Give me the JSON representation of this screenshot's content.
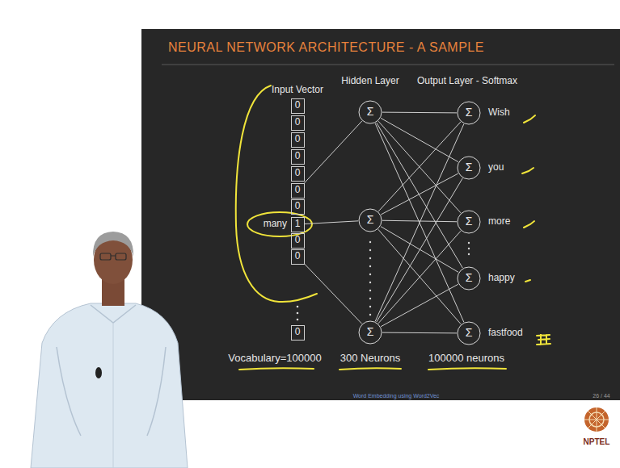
{
  "diagram": {
    "title": "NEURAL NETWORK ARCHITECTURE - A SAMPLE",
    "nodes": [
      {
        "text": [
          "0"
        ]
      },
      {
        "text": [
          "0"
        ]
      },
      {
        "text": [
          "0"
        ]
      },
      {
        "text": [
          "0"
        ]
      },
      {
        "text": [
          "0"
        ]
      },
      {
        "text": [
          "0"
        ]
      },
      {
        "text": [
          "0"
        ]
      },
      {
        "text": [
          "1"
        ]
      },
      {
        "text": [
          "0"
        ]
      },
      {
        "text": [
          "0"
        ]
      },
      {
        "text": [
          "0"
        ]
      },
      {
        "text": [
          "Σ"
        ]
      },
      {
        "text": [
          "Σ"
        ]
      },
      {
        "text": [
          "Σ"
        ]
      },
      {
        "text": [
          "Σ"
        ]
      },
      {
        "text": [
          "Σ"
        ]
      },
      {
        "text": [
          "Σ"
        ]
      },
      {
        "text": [
          "Σ"
        ]
      },
      {
        "text": [
          "Σ"
        ]
      }
    ],
    "edges": [
      {
        "from": 5,
        "to": 11,
        "arrow": "none"
      },
      {
        "from": 7,
        "to": 12,
        "arrow": "none"
      },
      {
        "from": 9,
        "to": 13,
        "arrow": "none"
      },
      {
        "from": 11,
        "to": 14,
        "arrow": "none"
      },
      {
        "from": 11,
        "to": 15,
        "arrow": "none"
      },
      {
        "from": 11,
        "to": 16,
        "arrow": "none"
      },
      {
        "from": 11,
        "to": 17,
        "arrow": "none"
      },
      {
        "from": 11,
        "to": 18,
        "arrow": "none"
      },
      {
        "from": 12,
        "to": 14,
        "arrow": "none"
      },
      {
        "from": 12,
        "to": 15,
        "arrow": "none"
      },
      {
        "from": 12,
        "to": 16,
        "arrow": "none"
      },
      {
        "from": 12,
        "to": 17,
        "arrow": "none"
      },
      {
        "from": 12,
        "to": 18,
        "arrow": "none"
      },
      {
        "from": 13,
        "to": 14,
        "arrow": "none"
      },
      {
        "from": 13,
        "to": 15,
        "arrow": "none"
      },
      {
        "from": 13,
        "to": 16,
        "arrow": "none"
      },
      {
        "from": 13,
        "to": 17,
        "arrow": "none"
      },
      {
        "from": 13,
        "to": 18,
        "arrow": "none"
      }
    ],
    "labels": [
      "Input Vector",
      "Hidden Layer",
      "Output Layer - Softmax",
      "many",
      "Wish",
      "you",
      "more",
      "happy",
      "fastfood",
      "Vocabulary=100000",
      "300 Neurons",
      "100000 neurons",
      "Word Embedding using Word2Vec",
      "26 / 44",
      "NPTEL"
    ]
  }
}
